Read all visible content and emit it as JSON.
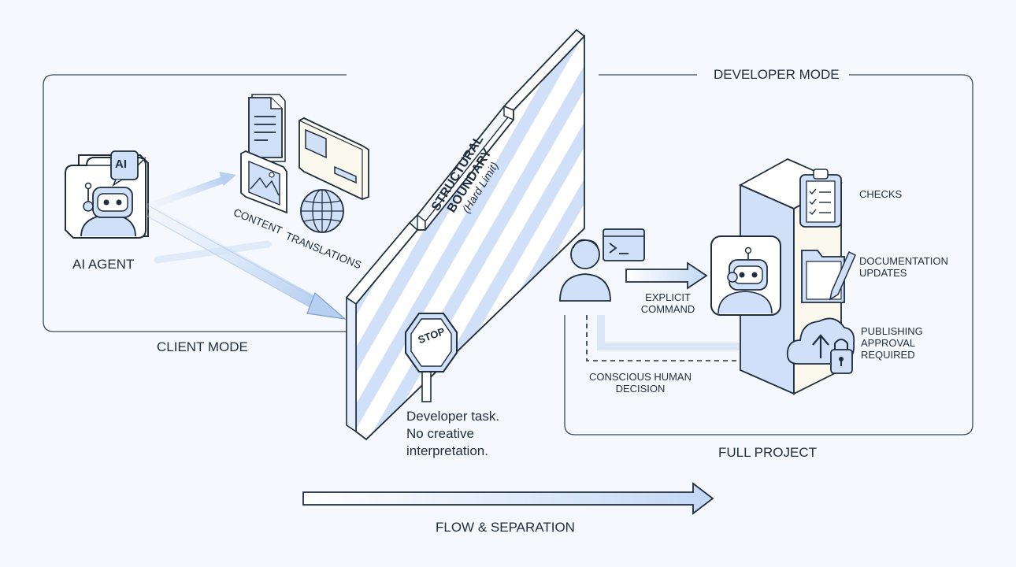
{
  "labels": {
    "ai_agent": "AI AGENT",
    "ai_badge": "AI",
    "content": "CONTENT",
    "translations": "TRANSLATIONS",
    "client_mode": "CLIENT MODE",
    "developer_mode": "DEVELOPER MODE",
    "boundary_title_line1": "STRUCTURAL",
    "boundary_title_line2": "BOUNDARY",
    "boundary_subtitle": "(Hard Limit)",
    "stop": "STOP",
    "developer_task_line1": "Developer task.",
    "developer_task_line2": "No creative",
    "developer_task_line3": "interpretation.",
    "explicit_command_line1": "EXPLICIT",
    "explicit_command_line2": "COMMAND",
    "conscious_decision_line1": "CONSCIOUS HUMAN",
    "conscious_decision_line2": "DECISION",
    "checks": "CHECKS",
    "documentation_line1": "DOCUMENTATION",
    "documentation_line2": "UPDATES",
    "publishing_line1": "PUBLISHING",
    "publishing_line2": "APPROVAL",
    "publishing_line3": "REQUIRED",
    "full_project": "FULL PROJECT",
    "flow_separation": "FLOW & SEPARATION"
  },
  "icons": {
    "robot": "robot-icon",
    "document": "document-icon",
    "layout_card": "layout-card-icon",
    "image": "image-icon",
    "globe": "globe-icon",
    "stop_sign": "stop-sign-icon",
    "person": "person-icon",
    "terminal": "terminal-icon",
    "clipboard": "clipboard-checklist-icon",
    "folder_pencil": "folder-pencil-icon",
    "cloud_upload": "cloud-upload-icon",
    "lock": "lock-icon"
  },
  "colors": {
    "accent": "#cfe0f8",
    "accent_dark": "#9fc0ee",
    "ink": "#1f2d3d",
    "background": "#f5f8fc",
    "tower_face": "#fbf8ee"
  }
}
